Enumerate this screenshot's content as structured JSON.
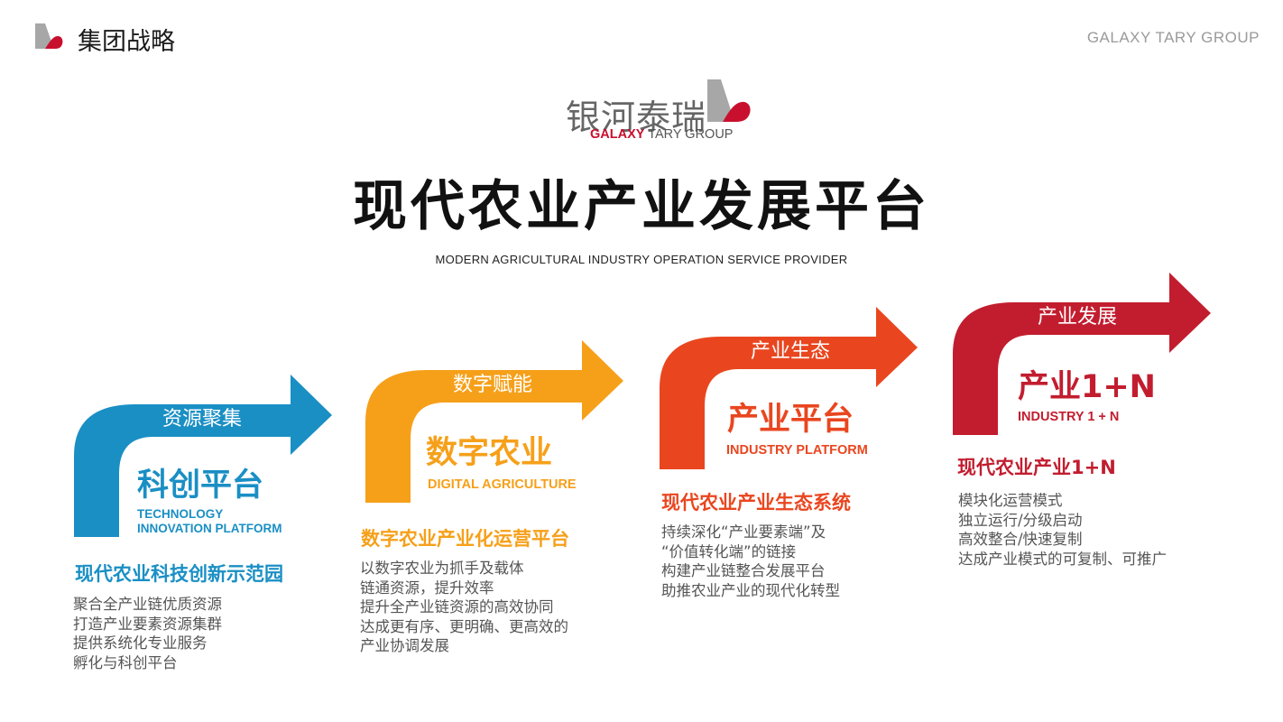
{
  "header": {
    "title": "集团战略",
    "brand": "GALAXY TARY GROUP"
  },
  "logo": {
    "cn": "银河泰瑞",
    "en_highlight": "GALAXY",
    "en_rest": " TARY GROUP"
  },
  "title": "现代农业产业发展平台",
  "subtitle": "MODERN AGRICULTURAL INDUSTRY OPERATION SERVICE PROVIDER",
  "colors": {
    "blue": "#1a8fc4",
    "orange": "#f6a01a",
    "red_orange": "#e9461f",
    "crimson": "#c21d2f",
    "logo_gray": "#a7a7a7",
    "logo_red": "#c8102e"
  },
  "steps": [
    {
      "arrow_label": "资源聚集",
      "platform_cn": "科创平台",
      "platform_en": [
        "TECHNOLOGY",
        "INNOVATION PLATFORM"
      ],
      "heading": "现代农业科技创新示范园",
      "lines": [
        "聚合全产业链优质资源",
        "打造产业要素资源集群",
        "提供系统化专业服务",
        "孵化与科创平台"
      ]
    },
    {
      "arrow_label": "数字赋能",
      "platform_cn": "数字农业",
      "platform_en": [
        "DIGITAL AGRICULTURE"
      ],
      "heading": "数字农业产业化运营平台",
      "lines": [
        "以数字农业为抓手及载体",
        "链通资源，提升效率",
        "提升全产业链资源的高效协同",
        "达成更有序、更明确、更高效的",
        "产业协调发展"
      ]
    },
    {
      "arrow_label": "产业生态",
      "platform_cn": "产业平台",
      "platform_en": [
        "INDUSTRY PLATFORM"
      ],
      "heading": "现代农业产业生态系统",
      "lines": [
        "持续深化“产业要素端”及",
        "“价值转化端”的链接",
        "构建产业链整合发展平台",
        "助推农业产业的现代化转型"
      ]
    },
    {
      "arrow_label": "产业发展",
      "platform_cn": "产业1+N",
      "platform_en": [
        "INDUSTRY 1 + N"
      ],
      "heading": "现代农业产业1+N",
      "lines": [
        "模块化运营模式",
        "独立运行/分级启动",
        "高效整合/快速复制",
        "达成产业模式的可复制、可推广"
      ]
    }
  ]
}
